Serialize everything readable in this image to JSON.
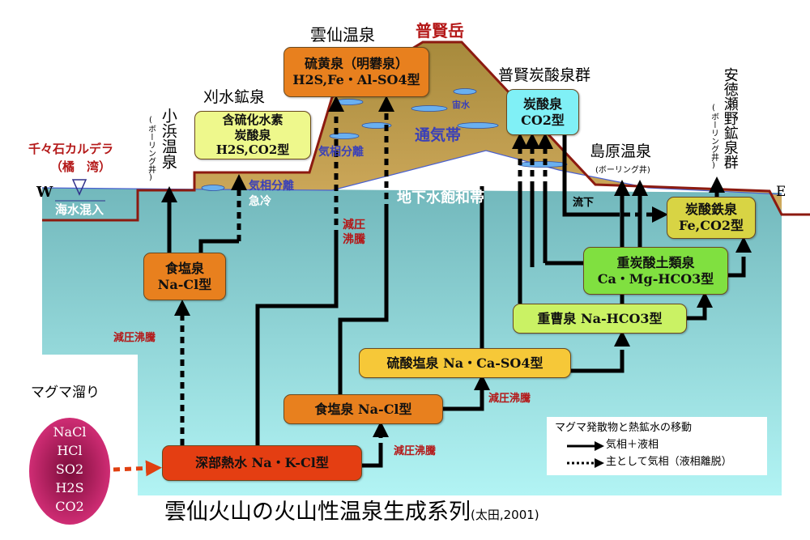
{
  "title": {
    "main": "雲仙火山の火山性温泉生成系列",
    "citation": "(太田,2001)"
  },
  "places": {
    "unzen_onsen": "雲仙温泉",
    "fugendake": "普賢岳",
    "fugen_tansan": "普賢炭酸泉群",
    "karimizu": "刈水鉱泉",
    "obama": "小浜温泉",
    "obama_note": "(ボーリング井)",
    "chijiwa": "千々石カルデラ",
    "tachibana": "（橘　湾）",
    "shimabara": "島原温泉",
    "shimabara_note": "(ボーリング井)",
    "antokuseno": "安徳瀬野鉱泉群",
    "antokuseno_note": "(ボーリング井)",
    "west": "W",
    "east": "E"
  },
  "zones": {
    "aeration": "通気帯",
    "perched": "宙水",
    "saturated": "地下水飽和帯",
    "seawater": "海水混入",
    "phase_sep_1": "気相分離",
    "phase_sep_2": "気相分離",
    "quench": "急冷",
    "outflow": "流下",
    "boil_1": "減圧",
    "boil_1b": "沸騰",
    "boil_2": "減圧沸騰",
    "boil_3": "減圧沸騰",
    "boil_4": "減圧沸騰"
  },
  "boxes": {
    "unzen": {
      "line1": "硫黄泉（明礬泉）",
      "line2": "H2S,Fe・Al-SO4型"
    },
    "karimizu": {
      "line1": "含硫化水素",
      "line2": "炭酸泉",
      "line3": "H2S,CO2型"
    },
    "tansan": {
      "line1": "炭酸泉",
      "line2": "CO2型"
    },
    "tansantetsu": {
      "line1": "炭酸鉄泉",
      "line2": "Fe,CO2型"
    },
    "shokuen_upper": {
      "line1": "食塩泉",
      "line2": "Na-Cl型"
    },
    "jutansan": {
      "line1": "重炭酸土類泉",
      "line2": "Ca・Mg-HCO3型"
    },
    "jusou": {
      "line1": "重曹泉 Na-HCO3型"
    },
    "ryusan": {
      "line1": "硫酸塩泉 Na・Ca-SO4型"
    },
    "shokuen_lower": {
      "line1": "食塩泉 Na-Cl型"
    },
    "shinbu": {
      "line1": "深部熱水 Na・K-Cl型"
    }
  },
  "magma": {
    "label": "マグマ溜り",
    "components": [
      "NaCl",
      "HCl",
      "SO2",
      "H2S",
      "CO2"
    ]
  },
  "legend": {
    "title": "マグマ発散物と熱鉱水の移動",
    "solid": "気相＋液相",
    "dotted": "主として気相（液相離脱）"
  },
  "colors": {
    "orange": "#e8801e",
    "red_box": "#e43e12",
    "surface_line": "#8c1a10",
    "magma": "#c8206a"
  }
}
